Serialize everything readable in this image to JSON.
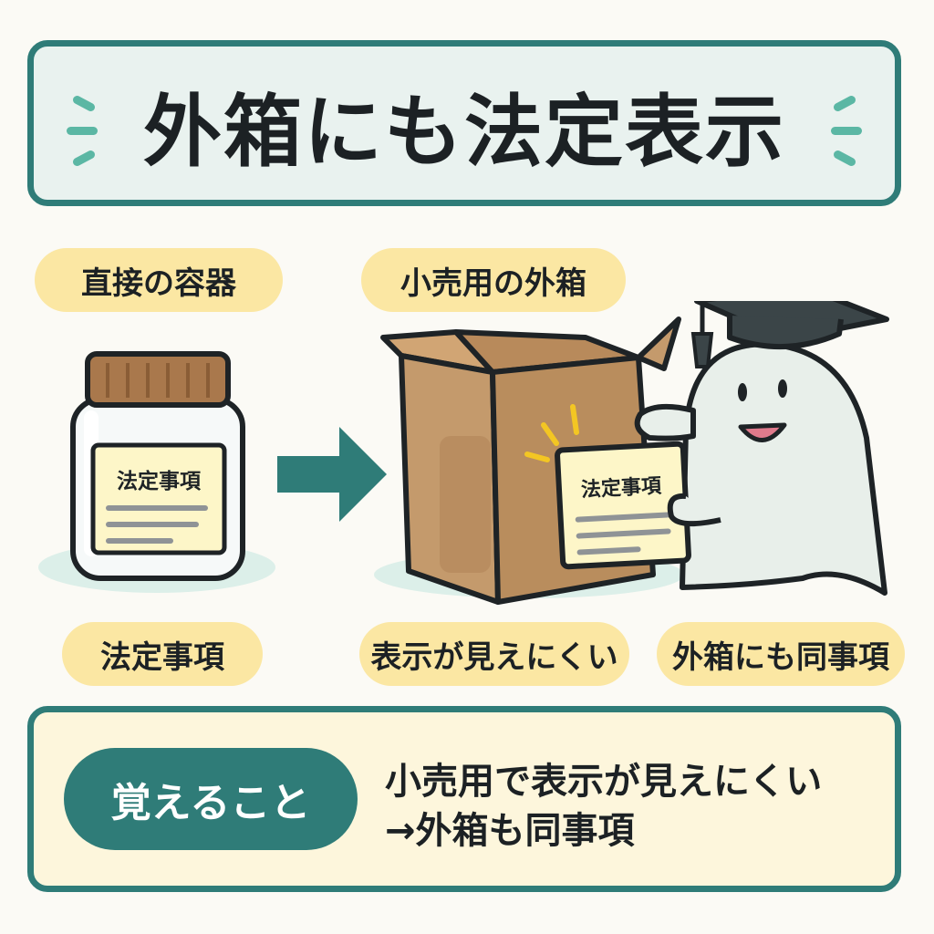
{
  "title": "外箱にも法定表示",
  "labels": {
    "container": "直接の容器",
    "outer_box": "小売用の外箱",
    "legal_items": "法定事項",
    "hard_to_see": "表示が見えにくい",
    "same_items": "外箱にも同事項"
  },
  "jar_label": "法定事項",
  "card_label": "法定事項",
  "summary": {
    "badge": "覚えること",
    "line1": "小売用で表示が見えにくい",
    "line2": "→外箱も同事項"
  },
  "colors": {
    "teal": "#2f7c78",
    "pill": "#fbe7a3",
    "box": "#c49a6c",
    "label": "#fdf6c8"
  }
}
